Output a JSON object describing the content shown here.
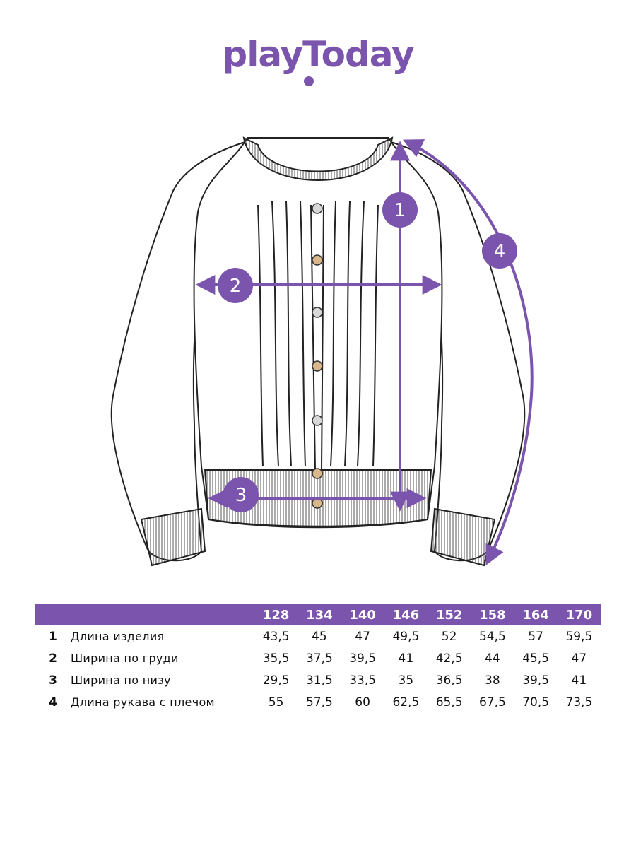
{
  "brand": {
    "logo_text": "playToday",
    "accent_color": "#7b55ad"
  },
  "measure_markers": [
    "1",
    "2",
    "3",
    "4"
  ],
  "size_table": {
    "sizes": [
      "128",
      "134",
      "140",
      "146",
      "152",
      "158",
      "164",
      "170"
    ],
    "rows": [
      {
        "num": "1",
        "name": "Длина изделия",
        "values": [
          "43,5",
          "45",
          "47",
          "49,5",
          "52",
          "54,5",
          "57",
          "59,5"
        ]
      },
      {
        "num": "2",
        "name": "Ширина по груди",
        "values": [
          "35,5",
          "37,5",
          "39,5",
          "41",
          "42,5",
          "44",
          "45,5",
          "47"
        ]
      },
      {
        "num": "3",
        "name": "Ширина по низу",
        "values": [
          "29,5",
          "31,5",
          "33,5",
          "35",
          "36,5",
          "38",
          "39,5",
          "41"
        ]
      },
      {
        "num": "4",
        "name": "Длина рукава с плечом",
        "values": [
          "55",
          "57,5",
          "60",
          "62,5",
          "65,5",
          "67,5",
          "70,5",
          "73,5"
        ]
      }
    ]
  }
}
